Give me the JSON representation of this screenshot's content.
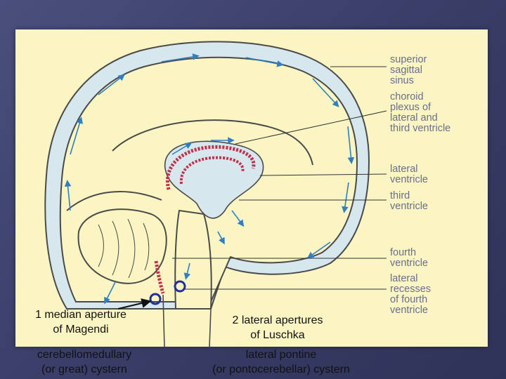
{
  "labels": {
    "superior_sagittal_sinus": [
      "superior",
      "sagittal",
      "sinus"
    ],
    "choroid_plexus": [
      "choroid",
      "plexus of",
      "lateral and",
      "third ventricle"
    ],
    "lateral_ventricle": [
      "lateral",
      "ventricle"
    ],
    "third_ventricle": [
      "third",
      "ventricle"
    ],
    "fourth_ventricle": [
      "fourth",
      "ventricle"
    ],
    "lateral_recesses": [
      "lateral",
      "recesses",
      "of fourth",
      "ventricle"
    ]
  },
  "captions": {
    "median_aperture": [
      "1 median aperture",
      "of Magendi"
    ],
    "lateral_apertures": [
      "2 lateral apertures",
      "of Luschka"
    ],
    "cerebellomedullary": [
      "cerebellomedullary",
      "(or great) cystern"
    ],
    "lateral_pontine": [
      "lateral pontine",
      "(or pontocerebellar) cystern"
    ]
  },
  "colors": {
    "outline": "#4a4a4a",
    "csf": "#d7e7ee",
    "arrow": "#2f7fc2",
    "choroid": "#c2304b",
    "marker": "#1f2f9e",
    "background": "#3e4270",
    "panel": "#fbf5c4"
  }
}
